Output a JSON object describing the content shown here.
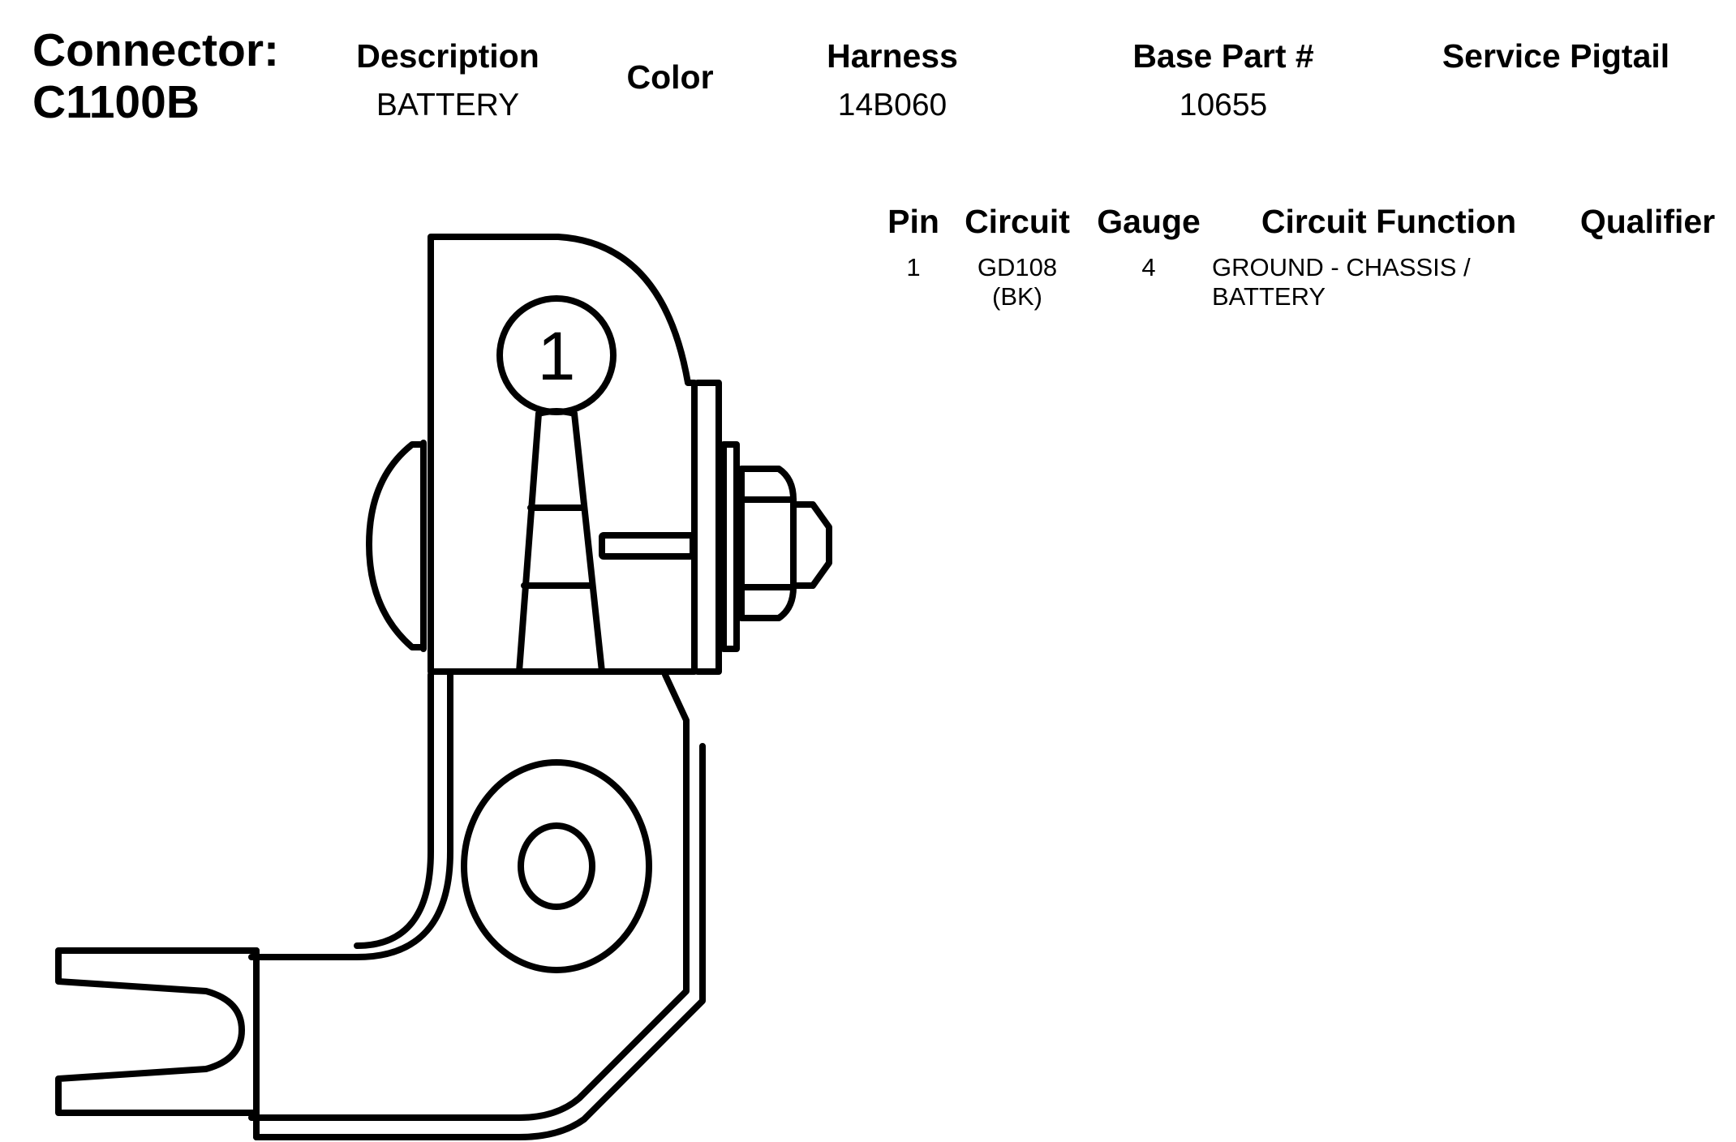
{
  "connector": {
    "label": "Connector:",
    "id": "C1100B"
  },
  "header": {
    "description": {
      "label": "Description",
      "value": "BATTERY"
    },
    "color": {
      "label": "Color"
    },
    "harness": {
      "label": "Harness",
      "value": "14B060"
    },
    "base_part": {
      "label": "Base Part #",
      "value": "10655"
    },
    "service_pigtail": {
      "label": "Service Pigtail"
    }
  },
  "pin_table": {
    "columns": [
      "Pin",
      "Circuit",
      "Gauge",
      "Circuit Function",
      "Qualifier"
    ],
    "rows": [
      {
        "pin": "1",
        "circuit": "GD108",
        "circuit_color": "(BK)",
        "gauge": "4",
        "function_line1": "GROUND - CHASSIS /",
        "function_line2": "BATTERY",
        "qualifier": ""
      }
    ]
  },
  "diagram": {
    "pin_label": "1"
  }
}
